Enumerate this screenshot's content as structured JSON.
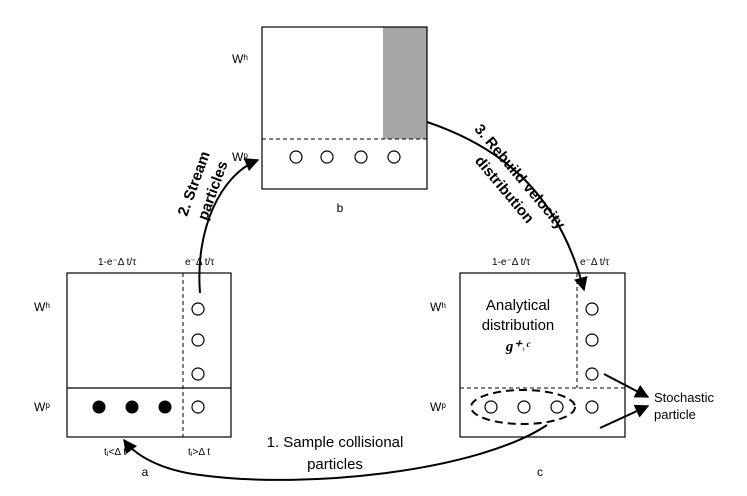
{
  "panels": {
    "a": {
      "caption": "a",
      "top_left": "1-e⁻Δ t/τ",
      "top_right": "e⁻Δ t/τ",
      "row_h": "Wʰ",
      "row_p": "Wᵖ",
      "bottom_left": "tⱼ<Δ t",
      "bottom_right": "tⱼ>Δ t"
    },
    "b": {
      "caption": "b",
      "row_h": "Wʰ",
      "row_p": "Wᵖ"
    },
    "c": {
      "caption": "c",
      "top_left": "1-e⁻Δ t/τ",
      "top_right": "e⁻Δ t/τ",
      "row_h": "Wʰ",
      "row_p": "Wᵖ",
      "analytical_line1": "Analytical",
      "analytical_line2": "distribution",
      "analytical_symbol": "g⁺˒ᶜ"
    }
  },
  "steps": {
    "step1_line1": "1. Sample collisional",
    "step1_line2": "particles",
    "step2_line1": "2. Stream",
    "step2_line2": "particles",
    "step3_line1": "3. Rebuild velocity",
    "step3_line2": "distribution"
  },
  "stochastic": {
    "line1": "Stochastic",
    "line2": "particle"
  },
  "colors": {
    "shaded": "#a6a6a6",
    "line": "#000000"
  }
}
